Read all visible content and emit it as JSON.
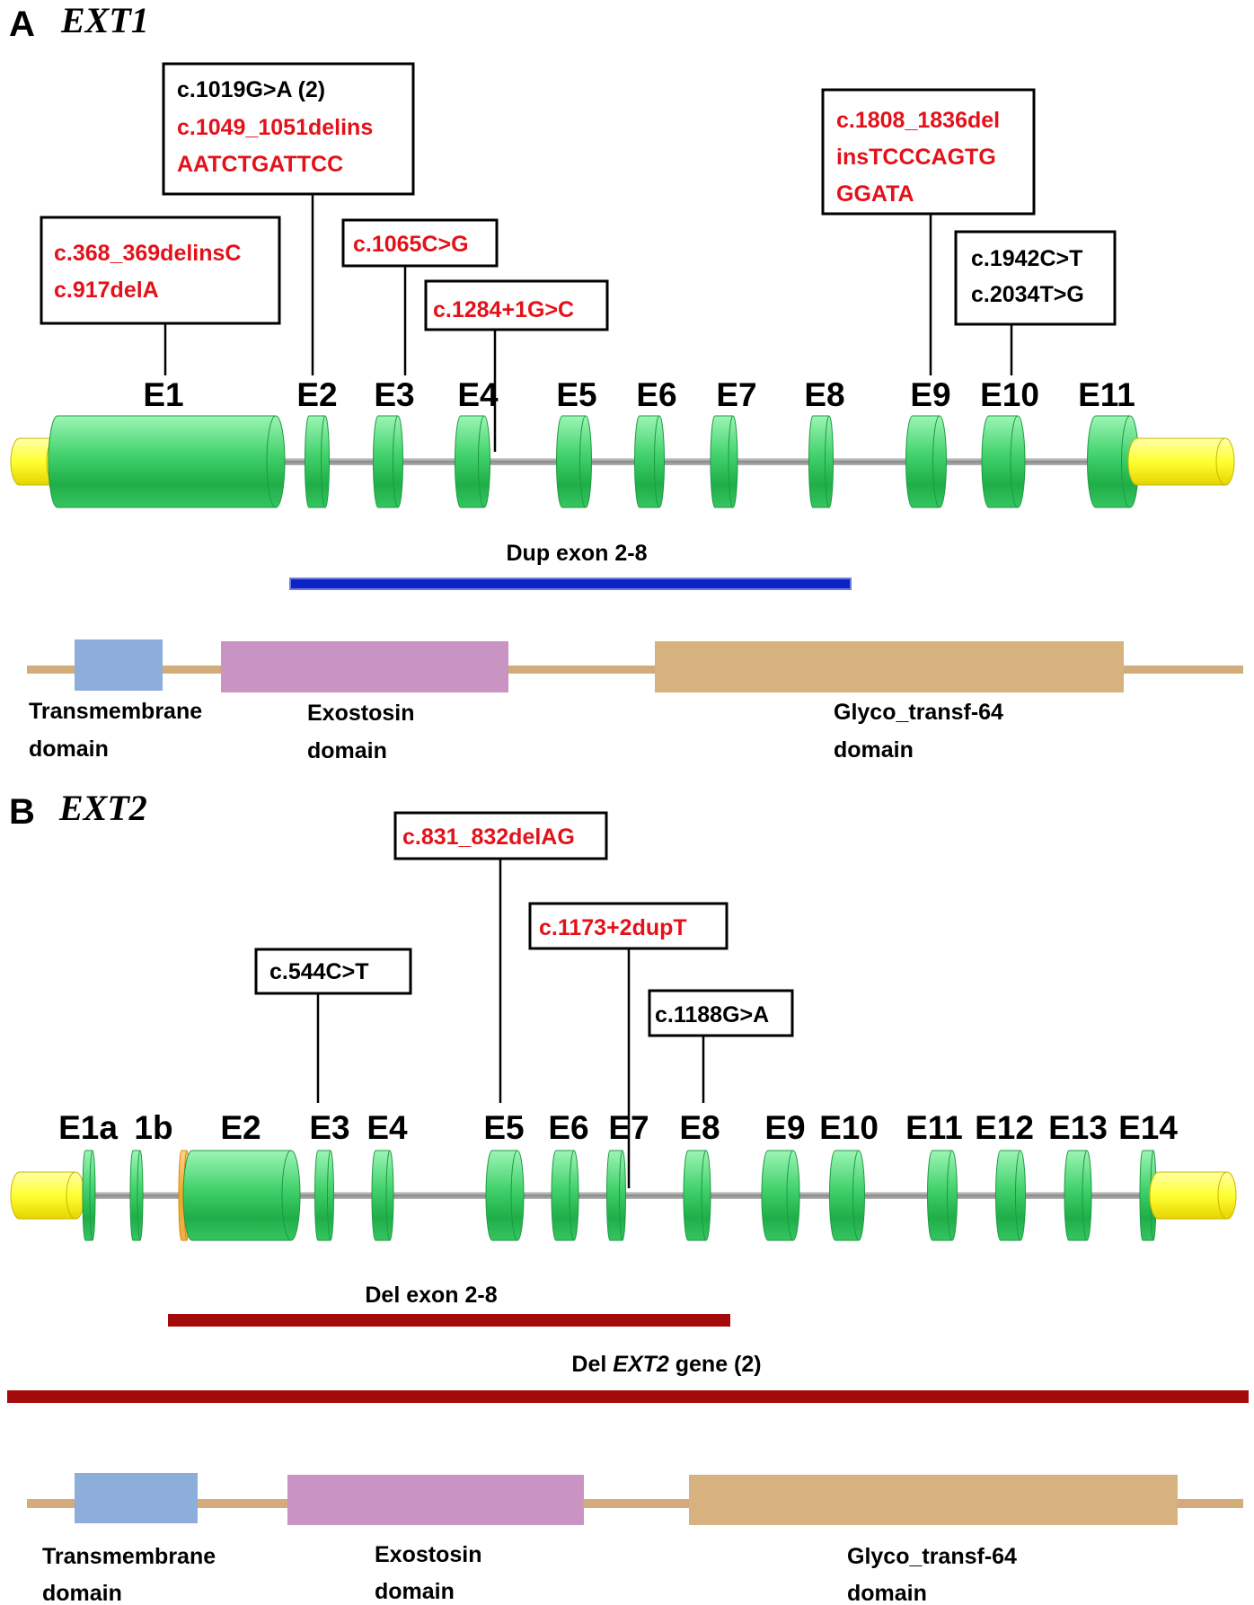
{
  "colors": {
    "pathogenic_text": "#e3121a",
    "other_text": "#000000",
    "exon_light": "#86f0a4",
    "exon_dark": "#1fb54c",
    "utr_light": "#ffff66",
    "utr_dark": "#e6d400",
    "intron": "#9a9a9a",
    "dup_bar": "#0b22c8",
    "del_bar": "#a50a0a",
    "transmembrane": "#8dadda",
    "exostosin": "#c993c3",
    "glyco": "#d8b27e",
    "protein_line": "#d2ad7a",
    "alt_exon_orange": "#f5a623"
  },
  "panelA": {
    "letter": "A",
    "gene": "EXT1",
    "exon_labels": [
      "E1",
      "E2",
      "E3",
      "E4",
      "E5",
      "E6",
      "E7",
      "E8",
      "E9",
      "E10",
      "E11"
    ],
    "variants": [
      {
        "lines": [
          {
            "text": "c.368_369delinsC",
            "color": "#e3121a"
          },
          {
            "text": "c.917delA",
            "color": "#e3121a"
          }
        ]
      },
      {
        "lines": [
          {
            "text": "c.1019G>A  (2)",
            "color": "#000000"
          },
          {
            "text": "c.1049_1051delins",
            "color": "#e3121a"
          },
          {
            "text": "AATCTGATTCC",
            "color": "#e3121a"
          }
        ]
      },
      {
        "lines": [
          {
            "text": "c.1065C>G",
            "color": "#e3121a"
          }
        ]
      },
      {
        "lines": [
          {
            "text": "c.1284+1G>C",
            "color": "#e3121a"
          }
        ]
      },
      {
        "lines": [
          {
            "text": "c.1808_1836del",
            "color": "#e3121a"
          },
          {
            "text": "insTCCCAGTG",
            "color": "#e3121a"
          },
          {
            "text": "GGATA",
            "color": "#e3121a"
          }
        ]
      },
      {
        "lines": [
          {
            "text": "c.1942C>T",
            "color": "#000000"
          },
          {
            "text": "c.2034T>G",
            "color": "#000000"
          }
        ]
      }
    ],
    "cnv_label": "Dup exon 2-8",
    "domains": [
      {
        "line1": "Transmembrane",
        "line2": "domain"
      },
      {
        "line1": "Exostosin",
        "line2": "domain"
      },
      {
        "line1": "Glyco_transf-64",
        "line2": "domain"
      }
    ]
  },
  "panelB": {
    "letter": "B",
    "gene": "EXT2",
    "exon_labels": [
      "E1a",
      "1b",
      "E2",
      "E3",
      "E4",
      "E5",
      "E6",
      "E7",
      "E8",
      "E9",
      "E10",
      "E11",
      "E12",
      "E13",
      "E14"
    ],
    "variants": [
      {
        "lines": [
          {
            "text": "c.831_832delAG",
            "color": "#e3121a"
          }
        ]
      },
      {
        "lines": [
          {
            "text": "c.1173+2dupT",
            "color": "#e3121a"
          }
        ]
      },
      {
        "lines": [
          {
            "text": "c.544C>T",
            "color": "#000000"
          }
        ]
      },
      {
        "lines": [
          {
            "text": "c.1188G>A",
            "color": "#000000"
          }
        ]
      }
    ],
    "cnv_label_1": "Del exon 2-8",
    "cnv_label_2_pre": "Del ",
    "cnv_label_2_gene": "EXT2",
    "cnv_label_2_post": " gene (2)",
    "domains": [
      {
        "line1": "Transmembrane",
        "line2": "domain"
      },
      {
        "line1": "Exostosin",
        "line2": "domain"
      },
      {
        "line1": "Glyco_transf-64",
        "line2": "domain"
      }
    ]
  }
}
